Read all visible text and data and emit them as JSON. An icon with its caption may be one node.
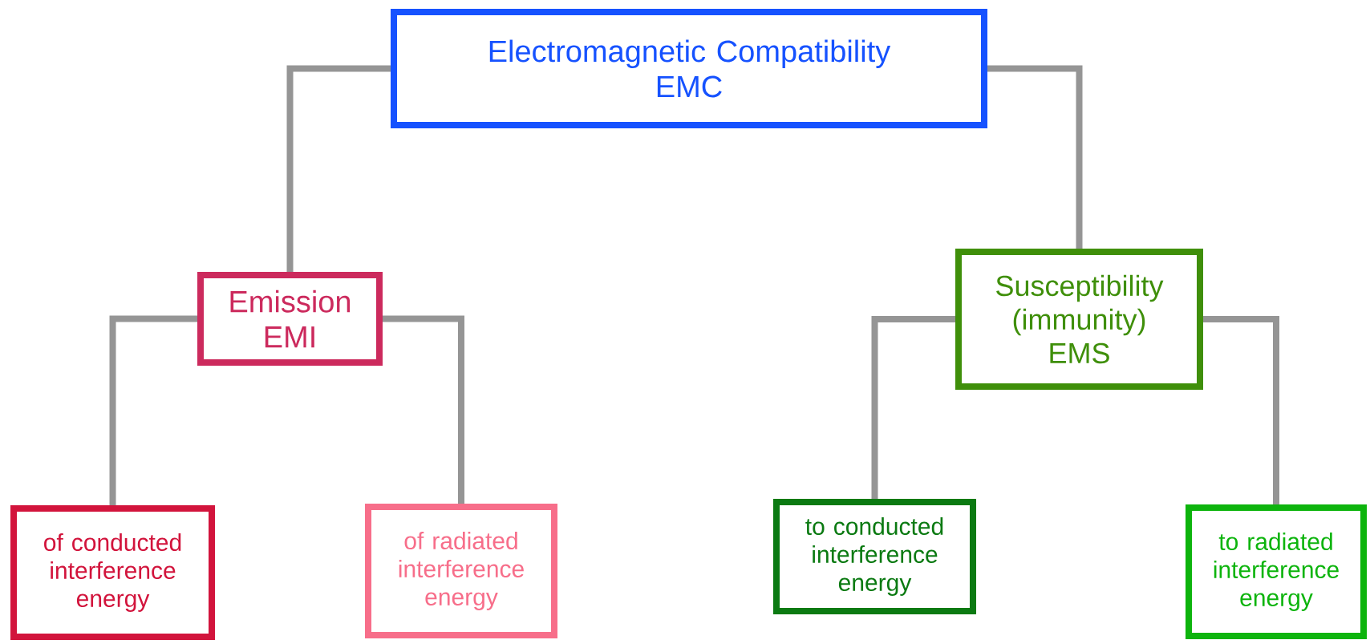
{
  "diagram": {
    "nodes": [
      {
        "text": [
          "Electromagnetic Compatibility",
          "EMC"
        ]
      },
      {
        "text": [
          "Emission",
          "EMI"
        ]
      },
      {
        "text": [
          "Susceptibility (immunity)",
          "EMS"
        ]
      },
      {
        "text": [
          "of conducted interference energy"
        ]
      },
      {
        "text": [
          "of radiated interference energy"
        ]
      },
      {
        "text": [
          "to conducted interference energy"
        ]
      },
      {
        "text": [
          "to radiated interference energy"
        ]
      }
    ],
    "edges": [
      {
        "from": 0,
        "to": 1,
        "arrow": "none"
      },
      {
        "from": 0,
        "to": 2,
        "arrow": "none"
      },
      {
        "from": 1,
        "to": 3,
        "arrow": "none"
      },
      {
        "from": 1,
        "to": 4,
        "arrow": "none"
      },
      {
        "from": 2,
        "to": 5,
        "arrow": "none"
      },
      {
        "from": 2,
        "to": 6,
        "arrow": "none"
      }
    ]
  }
}
